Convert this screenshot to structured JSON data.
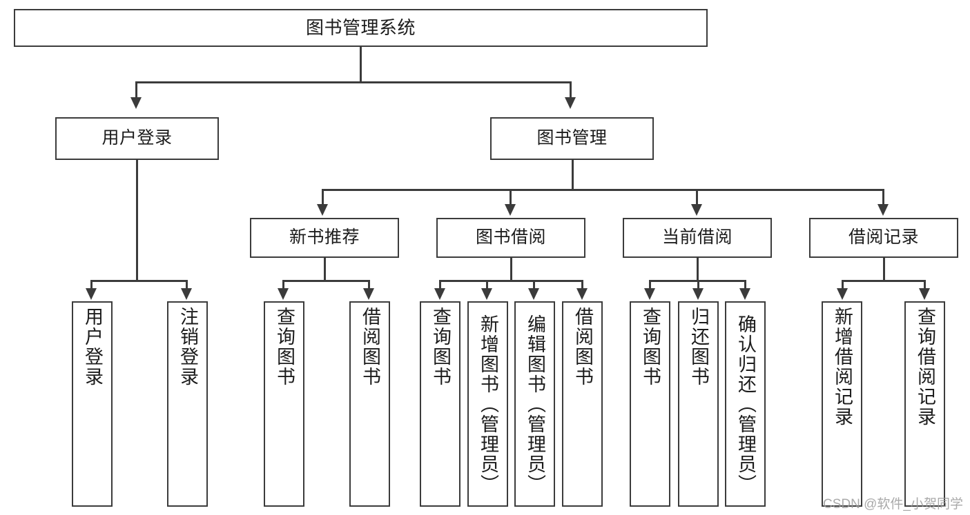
{
  "diagram": {
    "title": "图书管理系统",
    "type": "tree",
    "watermark": "CSDN @软件_小贺同学",
    "colors": {
      "stroke": "#3b3b3b",
      "fill": "#ffffff",
      "text": "#1b1b1b",
      "watermark": "#9b9b9b"
    },
    "root": {
      "label": "图书管理系统"
    },
    "level2": [
      {
        "label": "用户登录"
      },
      {
        "label": "图书管理"
      }
    ],
    "level3": [
      {
        "label": "新书推荐"
      },
      {
        "label": "图书借阅"
      },
      {
        "label": "当前借阅"
      },
      {
        "label": "借阅记录"
      }
    ],
    "leaves": {
      "user_login": [
        {
          "label": "用户登录"
        },
        {
          "label": "注销登录"
        }
      ],
      "new_book_recommend": [
        {
          "label": "查询图书"
        },
        {
          "label": "借阅图书"
        }
      ],
      "book_borrow": [
        {
          "label": "查询图书"
        },
        {
          "label": "新增图书（管理员）"
        },
        {
          "label": "编辑图书（管理员）"
        },
        {
          "label": "借阅图书"
        }
      ],
      "current_borrow": [
        {
          "label": "查询图书"
        },
        {
          "label": "归还图书"
        },
        {
          "label": "确认归还（管理员）"
        }
      ],
      "borrow_record": [
        {
          "label": "新增借阅记录"
        },
        {
          "label": "查询借阅记录"
        }
      ]
    }
  }
}
